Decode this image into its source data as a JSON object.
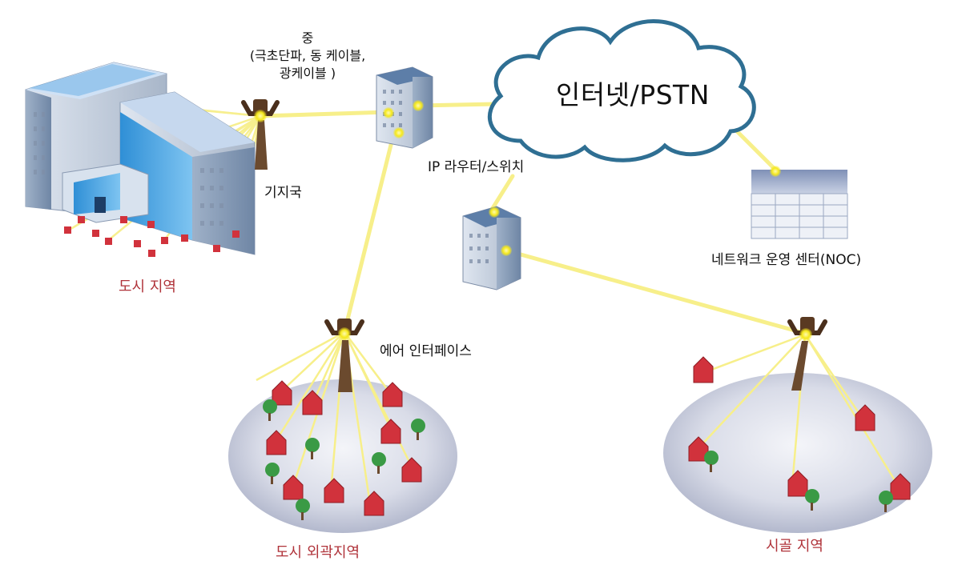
{
  "labels": {
    "medium_line1": "중",
    "medium_line2": "(극초단파, 동    케이블,",
    "medium_line3": "광케이블     )",
    "base_station": "기지국",
    "router": "IP 라우터/스위치",
    "internet": "인터넷/PSTN",
    "noc": "네트워크 운영 센터(NOC)",
    "air_interface": "에어 인터페이스",
    "urban": "도시 지역",
    "suburban": "도시 외곽지역",
    "rural": "시골 지역"
  },
  "colors": {
    "link": "#f7ef8a",
    "node": "#f5e81c",
    "region_text": "#b0333a",
    "cloud_stroke": "#2f6f93",
    "house": "#d1323c",
    "tree": "#3a9a45"
  }
}
